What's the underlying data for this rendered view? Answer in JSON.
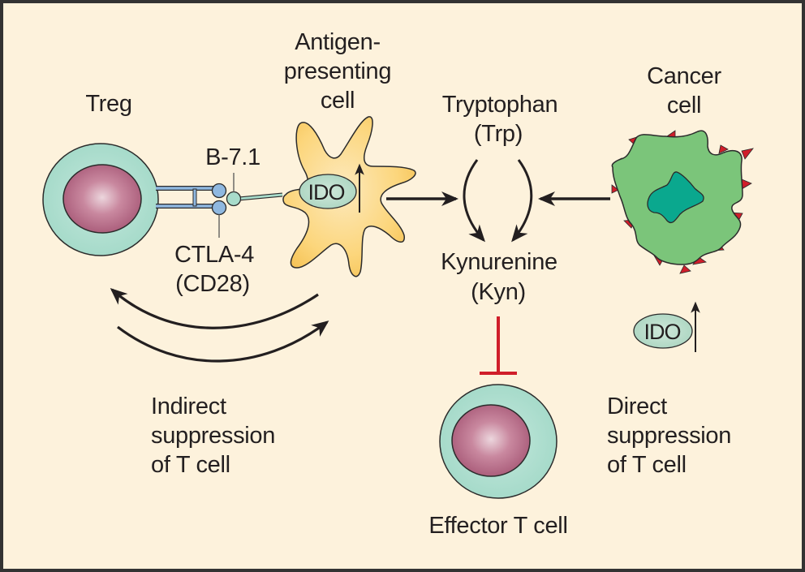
{
  "figure": {
    "background": "#fdf2dc",
    "border_color": "#333333"
  },
  "cells": {
    "treg": {
      "label": "Treg"
    },
    "apc": {
      "label_lines": [
        "Antigen-",
        "presenting",
        "cell"
      ]
    },
    "cancer": {
      "label_lines": [
        "Cancer",
        "cell"
      ]
    },
    "effector": {
      "label": "Effector T cell"
    }
  },
  "molecules": {
    "b71": "B-7.1",
    "ctla4_lines": [
      "CTLA-4",
      "(CD28)"
    ],
    "ido_apc": "IDO",
    "ido_cancer": "IDO"
  },
  "pathway": {
    "substrate_lines": [
      "Tryptophan",
      "(Trp)"
    ],
    "product_lines": [
      "Kynurenine",
      "(Kyn)"
    ]
  },
  "annotations": {
    "indirect_lines": [
      "Indirect",
      "suppression",
      "of T cell"
    ],
    "direct_lines": [
      "Direct",
      "suppression",
      "of T cell"
    ]
  },
  "colors": {
    "cell_cytoplasm": "#a8dccb",
    "nucleus": "#b86a86",
    "apc_fill": "#fcd77e",
    "cancer_fill": "#7bc57a",
    "cancer_nucleus": "#0aa88e",
    "spike_red": "#d01e2a",
    "receptor_blue": "#8fb8e0",
    "ido_fill": "#b7dcc8",
    "inhibit_red": "#d01e2a",
    "arrow": "#231f20"
  }
}
